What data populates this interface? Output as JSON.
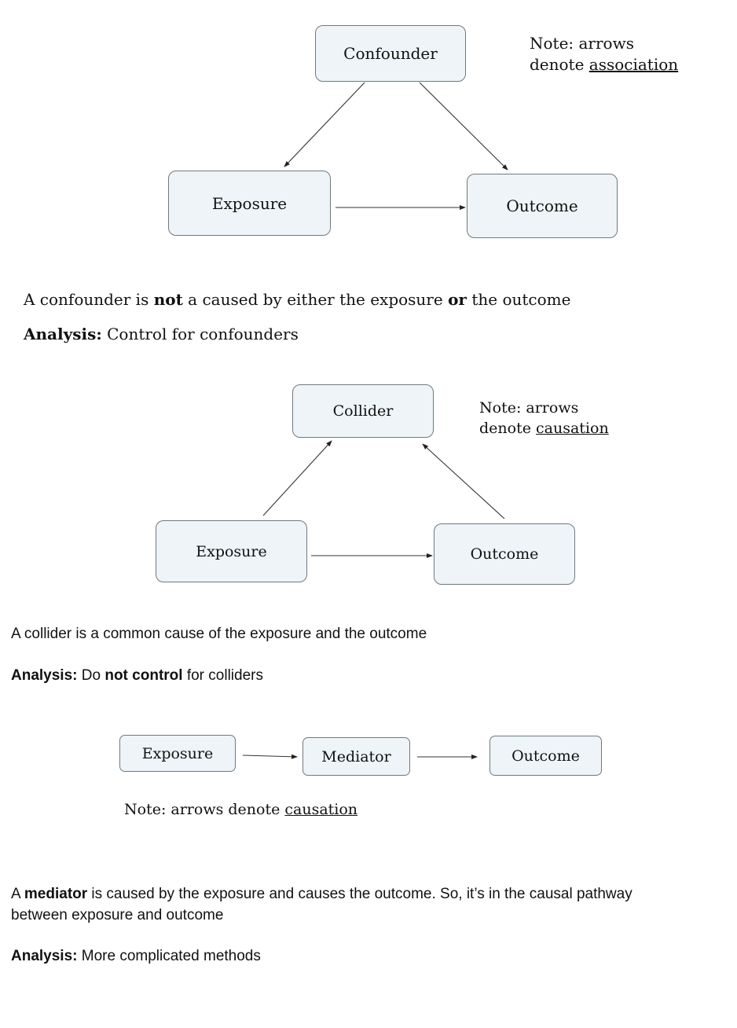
{
  "confounder_diagram": {
    "top_node": "Confounder",
    "left_node": "Exposure",
    "right_node": "Outcome",
    "note_line1": "Note: arrows",
    "note_line2_prefix": "denote ",
    "note_line2_underlined": "association",
    "desc_prefix": "A confounder is ",
    "desc_bold1": "not",
    "desc_mid": " a caused by either the exposure ",
    "desc_bold2": "or",
    "desc_suffix": " the outcome",
    "analysis_label": "Analysis:",
    "analysis_text": " Control for confounders"
  },
  "collider_diagram": {
    "top_node": "Collider",
    "left_node": "Exposure",
    "right_node": "Outcome",
    "note_line1": "Note: arrows",
    "note_line2_prefix": "denote ",
    "note_line2_underlined": "causation",
    "desc": "A collider is a common cause of the exposure and the outcome",
    "analysis_label": "Analysis:",
    "analysis_pre": " Do ",
    "analysis_bold": "not control",
    "analysis_post": " for colliders"
  },
  "mediator_diagram": {
    "left_node": "Exposure",
    "middle_node": "Mediator",
    "right_node": "Outcome",
    "note_prefix": "Note: arrows denote ",
    "note_underlined": "causation",
    "desc_prefix": "A ",
    "desc_bold": "mediator",
    "desc_line1_rest": " is caused by the exposure and causes the outcome. So, it’s in the causal pathway",
    "desc_line2": "between exposure and outcome",
    "analysis_label": "Analysis:",
    "analysis_text": " More complicated methods"
  }
}
